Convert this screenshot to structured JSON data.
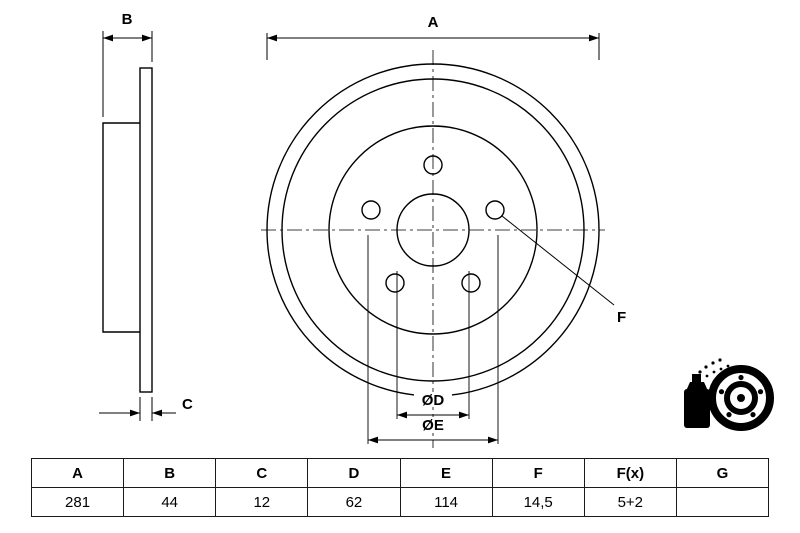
{
  "diagram": {
    "dim_labels": {
      "a": "A",
      "b": "B",
      "c": "C",
      "f": "F",
      "d_dia": "ØD",
      "e_dia": "ØE"
    }
  },
  "table": {
    "headers": [
      "A",
      "B",
      "C",
      "D",
      "E",
      "F",
      "F(x)",
      "G"
    ],
    "values": [
      "281",
      "44",
      "12",
      "62",
      "114",
      "14,5",
      "5+2",
      ""
    ]
  }
}
